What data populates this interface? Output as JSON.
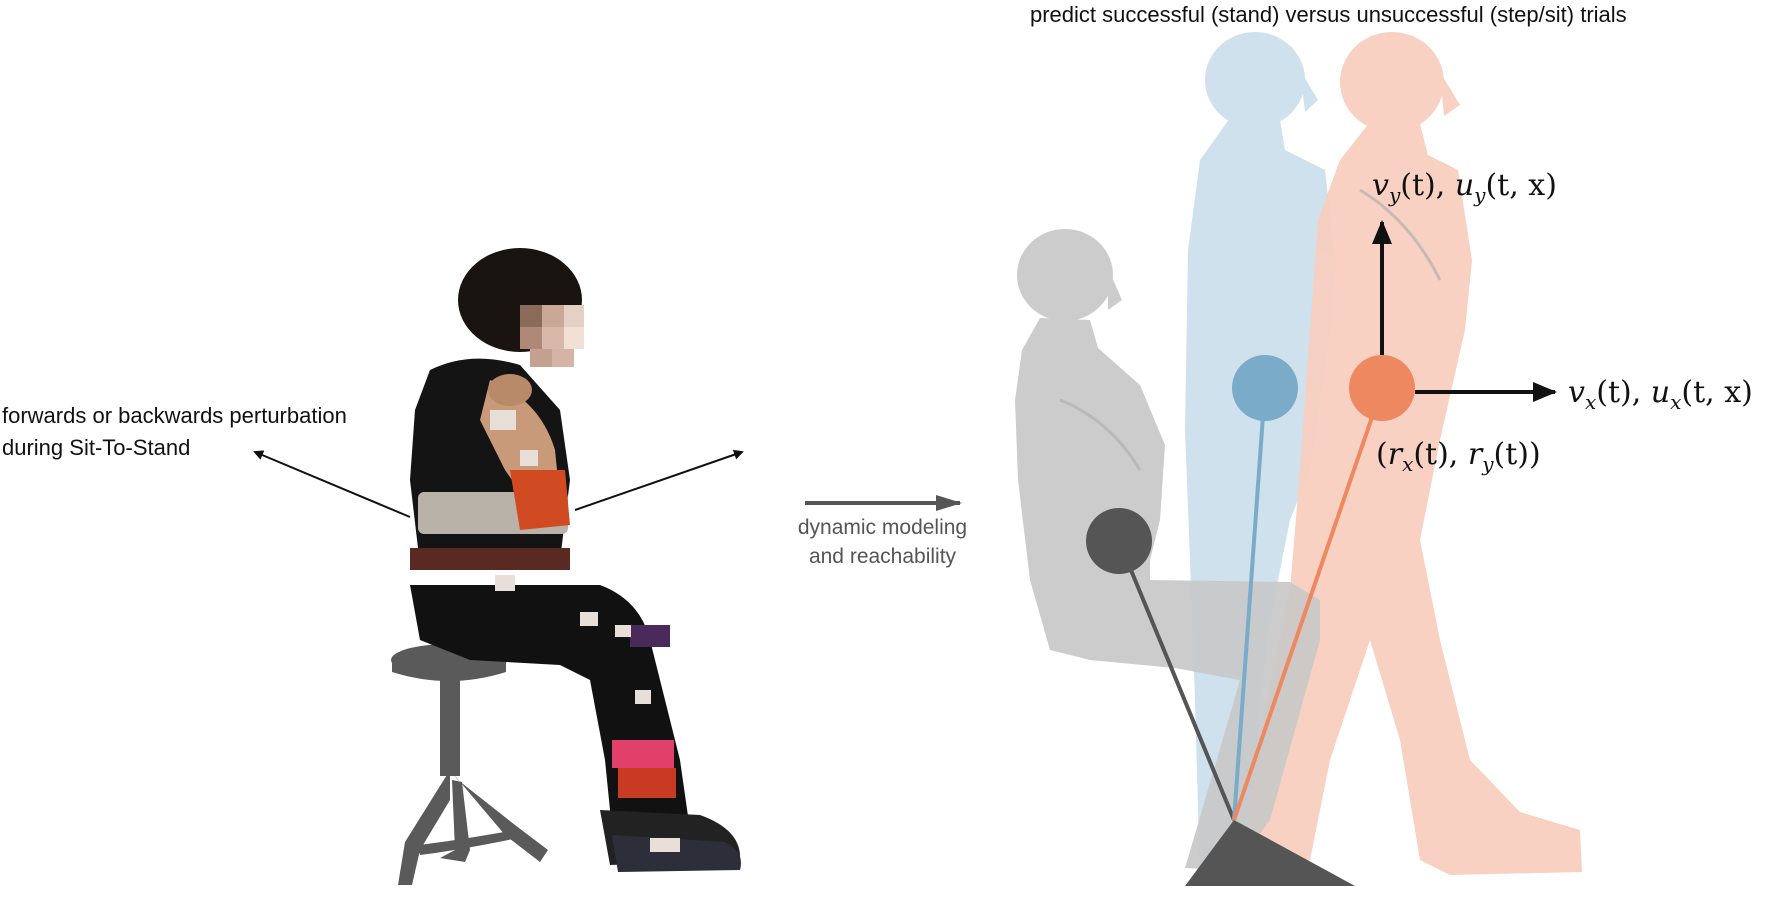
{
  "title": "predict successful (stand) versus unsuccessful (step/sit) trials",
  "left_panel": {
    "perturbation_label_line1": "forwards or backwards perturbation",
    "perturbation_label_line2": "during Sit-To-Stand"
  },
  "method_arrow": {
    "line1": "dynamic modeling",
    "line2": "and reachability"
  },
  "right_panel": {
    "velocity_y_label": {
      "v": "v",
      "v_sub": "y",
      "t": "(t), ",
      "u": "u",
      "u_sub": "y",
      "args": "(t, x)"
    },
    "velocity_x_label": {
      "v": "v",
      "v_sub": "x",
      "t": "(t), ",
      "u": "u",
      "u_sub": "x",
      "args": "(t, x)"
    },
    "position_label": {
      "open": "(",
      "r1": "r",
      "r1_sub": "x",
      "mid": "(t), ",
      "r2": "r",
      "r2_sub": "y",
      "close": "(t))"
    }
  },
  "colors": {
    "sitting_silhouette": "#c8c8c8",
    "standing_blue_silhouette": "#cfe1ec",
    "standing_orange_silhouette": "#f8cfc0",
    "blue_com": "#7aabc8",
    "orange_com": "#ee8860",
    "gray_com": "#555555",
    "base_triangle": "#555555",
    "stool": "#5a5a5a"
  }
}
